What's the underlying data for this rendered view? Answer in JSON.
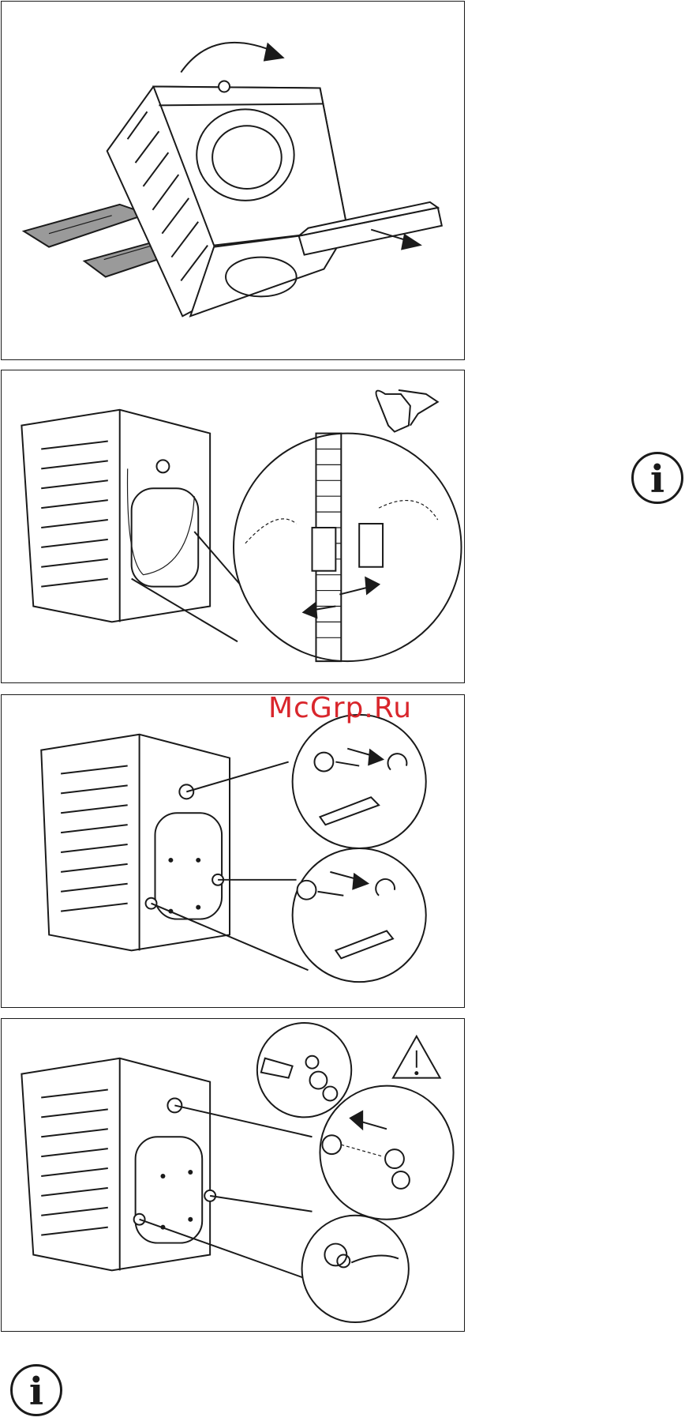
{
  "watermark": {
    "text": "McGrp.Ru",
    "color": "#d9262c"
  },
  "icons": {
    "info_top": {
      "name": "info-icon",
      "glyph": "i"
    },
    "info_bottom": {
      "name": "info-icon",
      "glyph": "i"
    },
    "warning": {
      "name": "warning-triangle-icon"
    },
    "gloves": {
      "name": "gloves-icon"
    }
  },
  "panels": [
    {
      "name": "tilt-machine-remove-packaging"
    },
    {
      "name": "unclip-hose-bracket"
    },
    {
      "name": "remove-transit-bolts"
    },
    {
      "name": "insert-hole-caps"
    }
  ]
}
